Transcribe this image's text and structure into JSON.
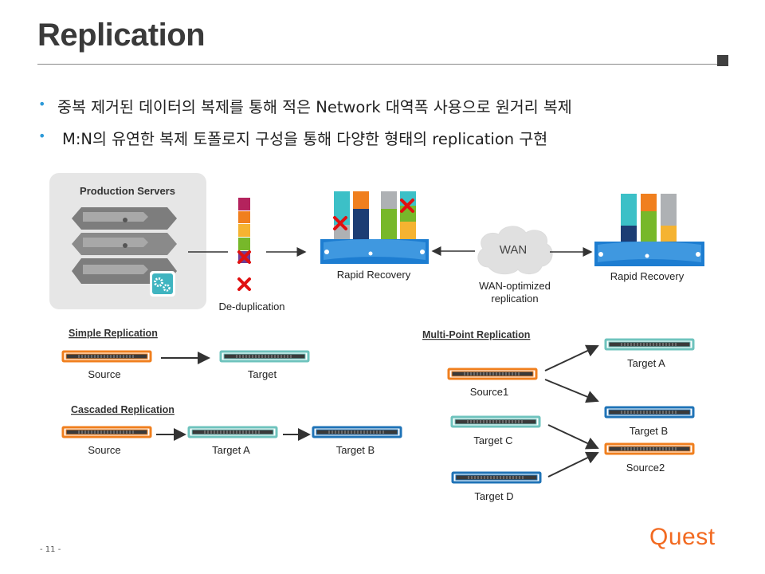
{
  "slide": {
    "title": "Replication",
    "bullets": [
      "중복 제거된 데이터의 복제를 통해 적은 Network 대역폭 사용으로 원거리 복제",
      "M:N의 유연한 복제 토폴로지 구성을 통해 다양한 형태의 replication 구현"
    ],
    "page_number": "- 11 -",
    "logo_text": "Quest"
  },
  "diagram": {
    "production_servers": "Production Servers",
    "deduplication": "De-duplication",
    "rapid_recovery_1": "Rapid Recovery",
    "wan": "WAN",
    "wan_optimized_line1": "WAN-optimized",
    "wan_optimized_line2": "replication",
    "rapid_recovery_2": "Rapid Recovery",
    "simple_title": "Simple Replication",
    "simple_source": "Source",
    "simple_target": "Target",
    "cascaded_title": "Cascaded Replication",
    "cascaded_source": "Source",
    "cascaded_target_a": "Target A",
    "cascaded_target_b": "Target B",
    "multipoint_title": "Multi-Point Replication",
    "mp_source1": "Source1",
    "mp_target_a": "Target A",
    "mp_target_b": "Target B",
    "mp_source2": "Source2",
    "mp_target_c": "Target C",
    "mp_target_d": "Target D"
  },
  "colors": {
    "orange": "#f07f1e",
    "teal": "#6ec3bd",
    "blue": "#1f73b7",
    "server_blue": "#1d7dd1",
    "accent": "#2e9ad8",
    "logo": "#f26a21",
    "red_x": "#e01010"
  },
  "icons": [
    "server-rack-icon",
    "gear-icon",
    "cloud-icon",
    "arrow-icon",
    "red-x-icon",
    "appliance-icon"
  ]
}
